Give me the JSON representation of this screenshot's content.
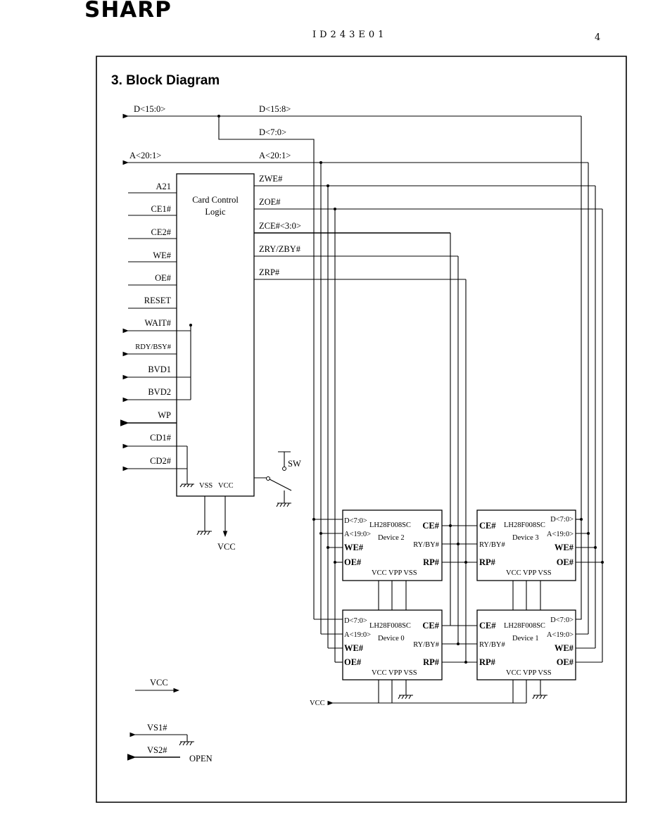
{
  "header": {
    "logo": "SHARP",
    "doc_id": "ID243E01",
    "page_number": "4"
  },
  "section": {
    "title": "3. Block Diagram"
  },
  "buses": {
    "d15_0": "D<15:0>",
    "d15_8": "D<15:8>",
    "d7_0": "D<7:0>",
    "a20_1_left": "A<20:1>",
    "a20_1_right": "A<20:1>"
  },
  "card_control": {
    "title_line1": "Card Control",
    "title_line2": "Logic",
    "vss": "VSS",
    "vcc": "VCC"
  },
  "left_pins": {
    "a21": "A21",
    "ce1": "CE1#",
    "ce2": "CE2#",
    "we": "WE#",
    "oe": "OE#",
    "reset": "RESET",
    "wait": "WAIT#",
    "rdy_bsy": "RDY/BSY#",
    "bvd1": "BVD1",
    "bvd2": "BVD2",
    "wp": "WP",
    "cd1": "CD1#",
    "cd2": "CD2#"
  },
  "right_signals": {
    "zwe": "ZWE#",
    "zoe": "ZOE#",
    "zce": "ZCE#<3:0>",
    "zry": "ZRY/ZBY#",
    "zrp": "ZRP#"
  },
  "switch_label": "SW",
  "vcc_ground_label": "VCC",
  "devices": [
    {
      "part": "LH28F008SC",
      "name": "Device 2",
      "d": "D<7:0>",
      "a": "A<19:0>",
      "we": "WE#",
      "oe": "OE#",
      "ce": "CE#",
      "ry": "RY/BY#",
      "rp": "RP#",
      "power": "VCC VPP VSS"
    },
    {
      "part": "LH28F008SC",
      "name": "Device 3",
      "d": "D<7:0>",
      "a": "A<19:0>",
      "we": "WE#",
      "oe": "OE#",
      "ce": "CE#",
      "ry": "RY/BY#",
      "rp": "RP#",
      "power": "VCC VPP VSS"
    },
    {
      "part": "LH28F008SC",
      "name": "Device 0",
      "d": "D<7:0>",
      "a": "A<19:0>",
      "we": "WE#",
      "oe": "OE#",
      "ce": "CE#",
      "ry": "RY/BY#",
      "rp": "RP#",
      "power": "VCC VPP VSS"
    },
    {
      "part": "LH28F008SC",
      "name": "Device 1",
      "d": "D<7:0>",
      "a": "A<19:0>",
      "we": "WE#",
      "oe": "OE#",
      "ce": "CE#",
      "ry": "RY/BY#",
      "rp": "RP#",
      "power": "VCC VPP VSS"
    }
  ],
  "bottom": {
    "vcc_bus": "VCC",
    "vcc_in": "VCC",
    "vs1": "VS1#",
    "vs2": "VS2#",
    "open": "OPEN"
  }
}
